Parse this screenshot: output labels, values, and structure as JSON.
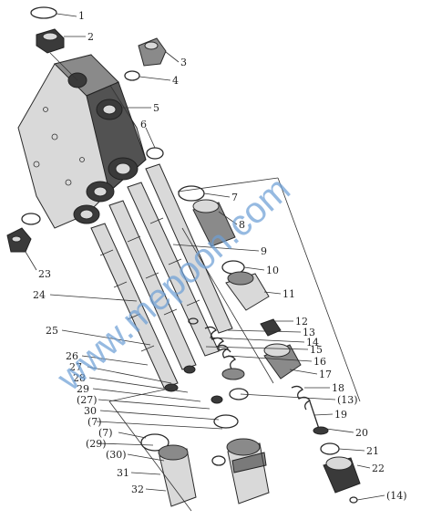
{
  "watermark": "www.mepoon.com",
  "callouts": [
    "1",
    "2",
    "3",
    "4",
    "5",
    "6",
    "7",
    "8",
    "9",
    "10",
    "11",
    "12",
    "13",
    "14",
    "15",
    "16",
    "17",
    "18",
    "(13)",
    "19",
    "20",
    "21",
    "22",
    "(14)",
    "23",
    "24",
    "25",
    "26",
    "27",
    "28",
    "29",
    "(27)",
    "30",
    "(7)",
    "(7)",
    "(29)",
    "(30)",
    "31",
    "32"
  ]
}
